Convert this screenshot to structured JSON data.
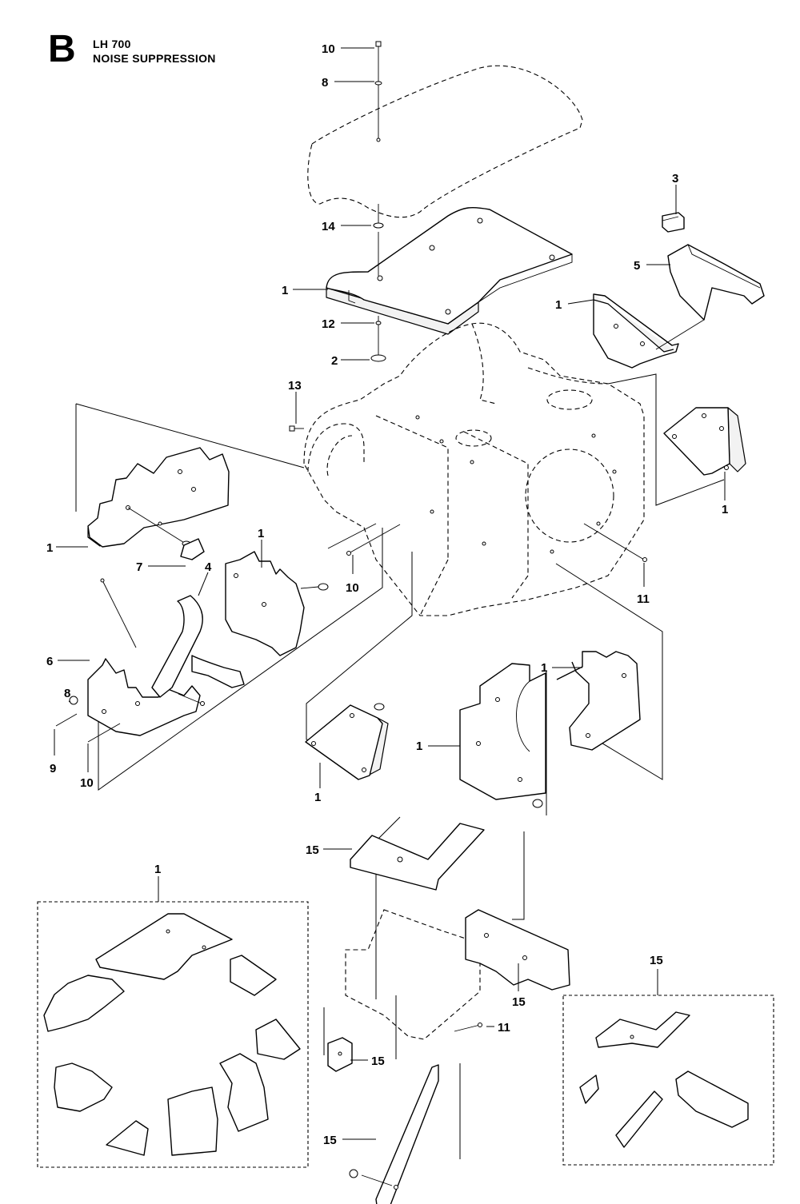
{
  "header": {
    "section_letter": "B",
    "model": "LH 700",
    "title": "NOISE SUPPRESSION"
  },
  "callouts": [
    {
      "id": "c-10-top",
      "num": "10"
    },
    {
      "id": "c-8-top",
      "num": "8"
    },
    {
      "id": "c-14",
      "num": "14"
    },
    {
      "id": "c-1-top",
      "num": "1"
    },
    {
      "id": "c-12",
      "num": "12"
    },
    {
      "id": "c-2",
      "num": "2"
    },
    {
      "id": "c-3",
      "num": "3"
    },
    {
      "id": "c-5",
      "num": "5"
    },
    {
      "id": "c-1-right-upper",
      "num": "1"
    },
    {
      "id": "c-13",
      "num": "13"
    },
    {
      "id": "c-1-right-plate",
      "num": "1"
    },
    {
      "id": "c-1-left",
      "num": "1"
    },
    {
      "id": "c-1-mid-left",
      "num": "1"
    },
    {
      "id": "c-4",
      "num": "4"
    },
    {
      "id": "c-7",
      "num": "7"
    },
    {
      "id": "c-10-mid",
      "num": "10"
    },
    {
      "id": "c-11-right",
      "num": "11"
    },
    {
      "id": "c-6",
      "num": "6"
    },
    {
      "id": "c-8-low",
      "num": "8"
    },
    {
      "id": "c-9",
      "num": "9"
    },
    {
      "id": "c-10-low",
      "num": "10"
    },
    {
      "id": "c-1-right-lower",
      "num": "1"
    },
    {
      "id": "c-1-center",
      "num": "1"
    },
    {
      "id": "c-1-plate-low",
      "num": "1"
    },
    {
      "id": "c-15-a",
      "num": "15"
    },
    {
      "id": "c-1-kit",
      "num": "1"
    },
    {
      "id": "c-15-b",
      "num": "15"
    },
    {
      "id": "c-15-kit",
      "num": "15"
    },
    {
      "id": "c-11-low",
      "num": "11"
    },
    {
      "id": "c-15-c",
      "num": "15"
    },
    {
      "id": "c-15-d",
      "num": "15"
    }
  ]
}
